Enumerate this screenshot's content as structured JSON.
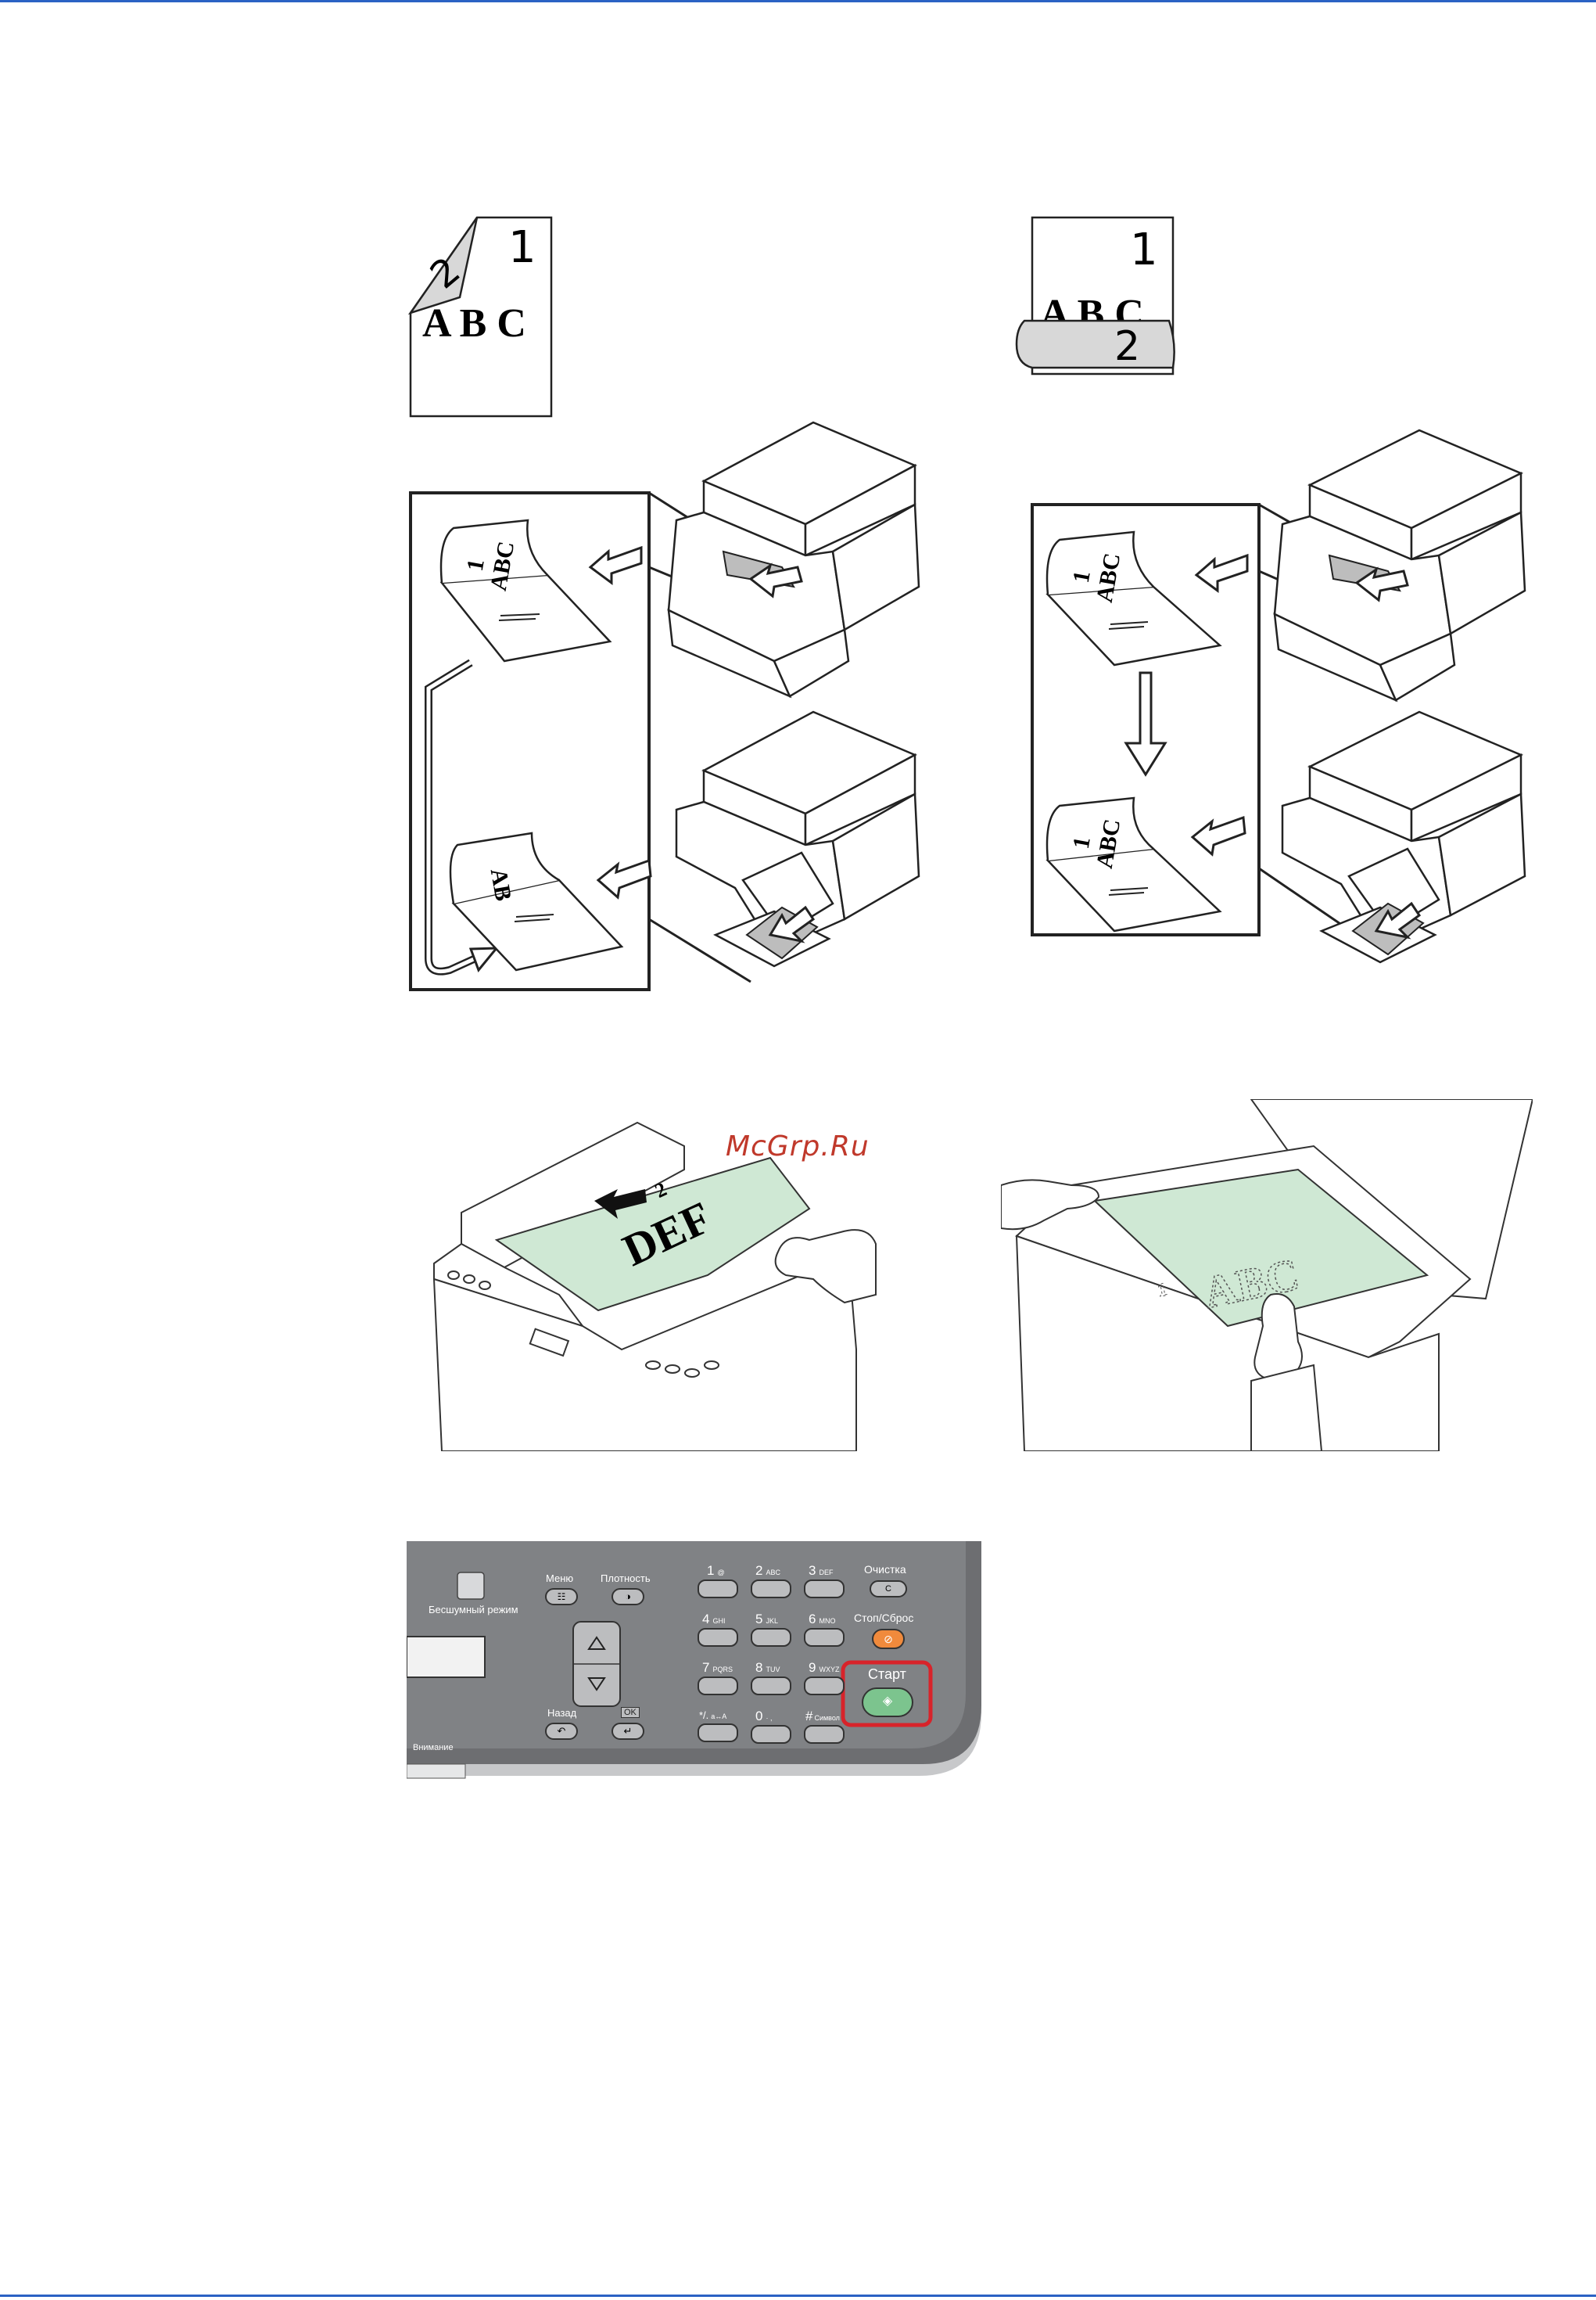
{
  "watermark": "McGrp.Ru",
  "figure_page_labels": {
    "front_page": "1",
    "back_page": "2",
    "page_text": "A B C",
    "page_text_dup": "A B C"
  },
  "adf_labels": {
    "left_top": "1",
    "left_top_text": "ABC",
    "left_bottom_text": "AB",
    "right_top": "1",
    "right_top_text": "ABC",
    "right_bottom": "1",
    "right_bottom_text": "ABC"
  },
  "loading_labels": {
    "adf_page": "2",
    "adf_text": "DEF",
    "glass_page": "1",
    "glass_text": "ABC"
  },
  "panel": {
    "silent_mode": "Бесшумный режим",
    "menu": "Меню",
    "density": "Плотность",
    "back": "Назад",
    "ok": "OK",
    "attention": "Внимание",
    "clear": "Очистка",
    "clear_key": "C",
    "stop_reset": "Стоп/Сброс",
    "start": "Старт",
    "keys": [
      {
        "num": "1",
        "sub": "@"
      },
      {
        "num": "2",
        "sub": "ABC"
      },
      {
        "num": "3",
        "sub": "DEF"
      },
      {
        "num": "4",
        "sub": "GHI"
      },
      {
        "num": "5",
        "sub": "JKL"
      },
      {
        "num": "6",
        "sub": "MNO"
      },
      {
        "num": "7",
        "sub": "PQRS"
      },
      {
        "num": "8",
        "sub": "TUV"
      },
      {
        "num": "9",
        "sub": "WXYZ"
      },
      {
        "num": "*/.",
        "sub": "a↔A"
      },
      {
        "num": "0",
        "sub": "· ,"
      },
      {
        "num": "#",
        "sub": "Символ"
      }
    ]
  },
  "colors": {
    "rule": "#2b62c4",
    "watermark": "#c0392b",
    "paper_green": "#cfe8d4",
    "start_green": "#7cc48e",
    "stop_orange": "#f08a3c",
    "highlight_red": "#d8232a",
    "panel_gray": "#6d6e71"
  }
}
